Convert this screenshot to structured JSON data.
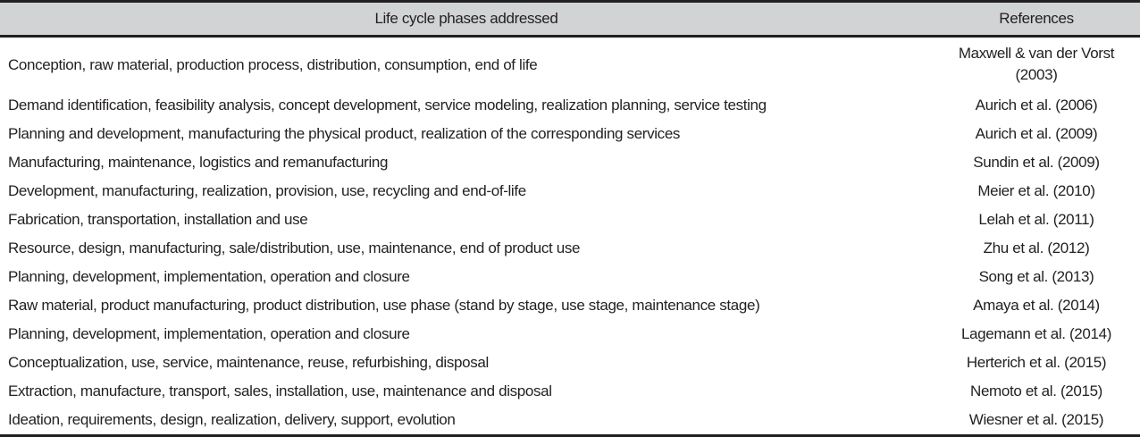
{
  "table": {
    "headers": {
      "phases": "Life cycle phases addressed",
      "references": "References"
    },
    "rows": [
      {
        "phases": "Conception, raw material, production process, distribution, consumption, end of life",
        "reference": "Maxwell & van der Vorst (2003)"
      },
      {
        "phases": "Demand identification, feasibility analysis, concept development, service modeling, realization planning, service testing",
        "reference": "Aurich et al. (2006)"
      },
      {
        "phases": "Planning and development, manufacturing the physical product, realization of the corresponding services",
        "reference": "Aurich et al. (2009)"
      },
      {
        "phases": "Manufacturing, maintenance, logistics and remanufacturing",
        "reference": "Sundin et al. (2009)"
      },
      {
        "phases": "Development, manufacturing, realization, provision, use, recycling and end-of-life",
        "reference": "Meier et al. (2010)"
      },
      {
        "phases": "Fabrication, transportation, installation and use",
        "reference": "Lelah et al. (2011)"
      },
      {
        "phases": "Resource, design, manufacturing, sale/distribution, use, maintenance, end of product use",
        "reference": "Zhu et al. (2012)"
      },
      {
        "phases": "Planning, development, implementation, operation and closure",
        "reference": "Song et al. (2013)"
      },
      {
        "phases": "Raw material, product manufacturing, product distribution, use phase (stand by stage, use stage, maintenance stage)",
        "reference": "Amaya et al. (2014)"
      },
      {
        "phases": "Planning, development, implementation, operation and closure",
        "reference": "Lagemann et al. (2014)"
      },
      {
        "phases": "Conceptualization, use, service, maintenance, reuse, refurbishing, disposal",
        "reference": "Herterich et al. (2015)"
      },
      {
        "phases": "Extraction, manufacture, transport, sales, installation, use, maintenance and disposal",
        "reference": "Nemoto et al. (2015)"
      },
      {
        "phases": "Ideation, requirements, design, realization, delivery, support, evolution",
        "reference": "Wiesner et al. (2015)"
      }
    ]
  },
  "colors": {
    "header_bg": "#d1d3d4",
    "rule": "#231f20",
    "text": "#231f20"
  }
}
